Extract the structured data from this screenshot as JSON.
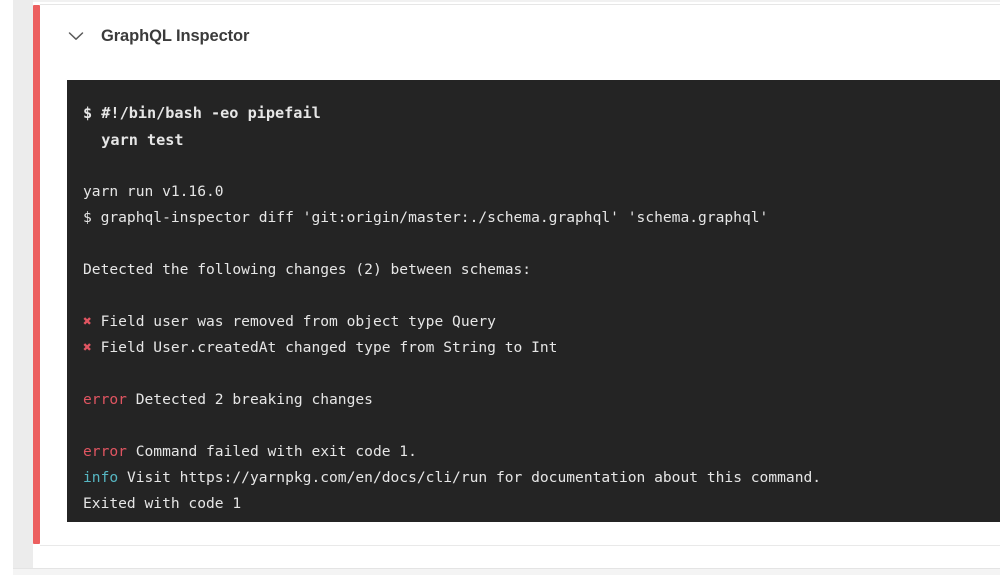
{
  "theme": {
    "page_background": "#f1f1f1",
    "card_background": "#ffffff",
    "accent_failure": "#ec5f5f",
    "terminal_background": "#242424",
    "terminal_text": "#e6e6e6",
    "error_color": "#e05561",
    "info_color": "#56b6c2",
    "title_color": "#3b3b3b"
  },
  "step": {
    "title": "GraphQL Inspector",
    "toggle_icon": "chevron-down-icon",
    "expanded": true
  },
  "log": {
    "lines": [
      {
        "id": "l1",
        "type": "command",
        "segments": [
          {
            "style": "plain",
            "text": "$ #!/bin/bash -eo pipefail"
          }
        ]
      },
      {
        "id": "l2",
        "type": "command",
        "segments": [
          {
            "style": "plain",
            "text": "  yarn test"
          }
        ]
      },
      {
        "id": "l3",
        "type": "blank",
        "segments": []
      },
      {
        "id": "l4",
        "type": "output",
        "segments": [
          {
            "style": "plain",
            "text": "yarn run v1.16.0"
          }
        ]
      },
      {
        "id": "l5",
        "type": "output",
        "segments": [
          {
            "style": "plain",
            "text": "$ graphql-inspector diff 'git:origin/master:./schema.graphql' 'schema.graphql'"
          }
        ]
      },
      {
        "id": "l6",
        "type": "blank",
        "segments": []
      },
      {
        "id": "l7",
        "type": "output",
        "segments": [
          {
            "style": "plain",
            "text": "Detected the following changes (2) between schemas:"
          }
        ]
      },
      {
        "id": "l8",
        "type": "blank",
        "segments": []
      },
      {
        "id": "l9",
        "type": "output",
        "segments": [
          {
            "style": "cross",
            "text": "✖"
          },
          {
            "style": "plain",
            "text": " Field user was removed from object type Query"
          }
        ]
      },
      {
        "id": "l10",
        "type": "output",
        "segments": [
          {
            "style": "cross",
            "text": "✖"
          },
          {
            "style": "plain",
            "text": " Field User.createdAt changed type from String to Int"
          }
        ]
      },
      {
        "id": "l11",
        "type": "blank",
        "segments": []
      },
      {
        "id": "l12",
        "type": "output",
        "segments": [
          {
            "style": "error",
            "text": "error"
          },
          {
            "style": "plain",
            "text": " Detected 2 breaking changes"
          }
        ]
      },
      {
        "id": "l13",
        "type": "blank",
        "segments": []
      },
      {
        "id": "l14",
        "type": "output",
        "segments": [
          {
            "style": "error",
            "text": "error"
          },
          {
            "style": "plain",
            "text": " Command failed with exit code 1."
          }
        ]
      },
      {
        "id": "l15",
        "type": "output",
        "segments": [
          {
            "style": "info",
            "text": "info"
          },
          {
            "style": "plain",
            "text": " Visit https://yarnpkg.com/en/docs/cli/run for documentation about this command."
          }
        ]
      },
      {
        "id": "l16",
        "type": "output",
        "segments": [
          {
            "style": "plain",
            "text": "Exited with code 1"
          }
        ]
      }
    ]
  }
}
